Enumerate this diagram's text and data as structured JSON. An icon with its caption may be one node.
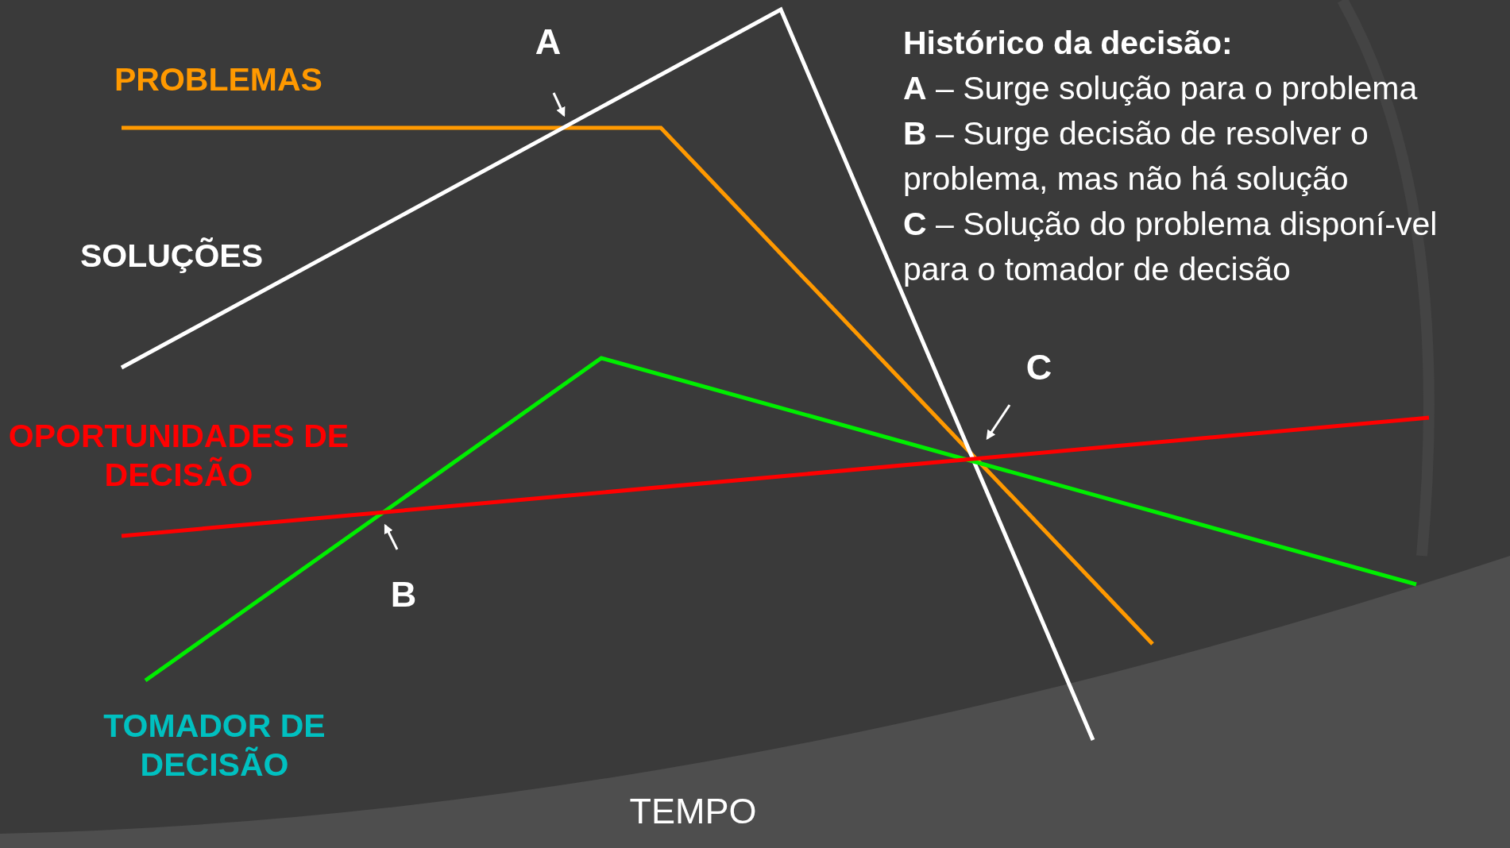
{
  "diagram": {
    "title": "Histórico da decisão:",
    "labels": [
      "A",
      "PROBLEMAS",
      "**A** – Surge solução para o problema",
      "**B** – Surge decisão de resolver o problema, mas não há solução",
      "**C** – Solução do problema disponí-vel para o tomador de decisão",
      "SOLUÇÕES",
      "C",
      "OPORTUNIDADES DE DECISÃO",
      "B",
      "TOMADOR DE DECISÃO",
      "TEMPO"
    ]
  }
}
